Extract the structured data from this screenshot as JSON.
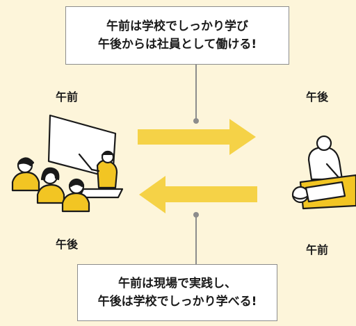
{
  "top_box": {
    "line1": "午前は学校でしっかり学び",
    "line2": "午後からは社員として働ける!"
  },
  "bottom_box": {
    "line1": "午前は現場で実践し、",
    "line2": "午後は学校でしっかり学べる!"
  },
  "labels": {
    "left_top": "午前",
    "left_bottom": "午後",
    "right_top": "午後",
    "right_bottom": "午前"
  },
  "colors": {
    "background": "#fdf5da",
    "arrow": "#f5d247",
    "accent": "#f2c523",
    "line": "#8c8c8c",
    "ink": "#1a1a1a"
  }
}
